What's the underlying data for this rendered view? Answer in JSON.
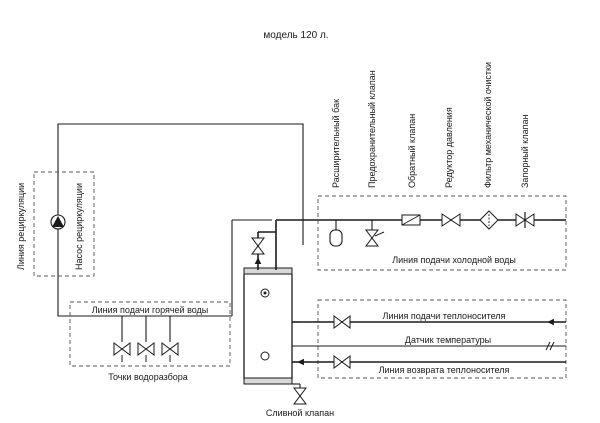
{
  "title": "модель 120 л.",
  "components_vertical": [
    "Расширительный бак",
    "Предохранительный клапан",
    "Обратный клапан",
    "Редуктор давления",
    "Фильтр механической очистки",
    "Запорный клапан"
  ],
  "recirculation_line": "Линия рециркуляции",
  "recirculation_pump": "Насос рециркуляции",
  "cold_water_line": "Линия подачи холодной воды",
  "hot_water_line": "Линия подачи горячей воды",
  "water_points": "Точки водоразбора",
  "heat_supply_line": "Линия подачи теплоносителя",
  "temperature_sensor": "Датчик температуры",
  "heat_return_line": "Линия возврата теплоносителя",
  "drain_valve": "Сливной клапан"
}
